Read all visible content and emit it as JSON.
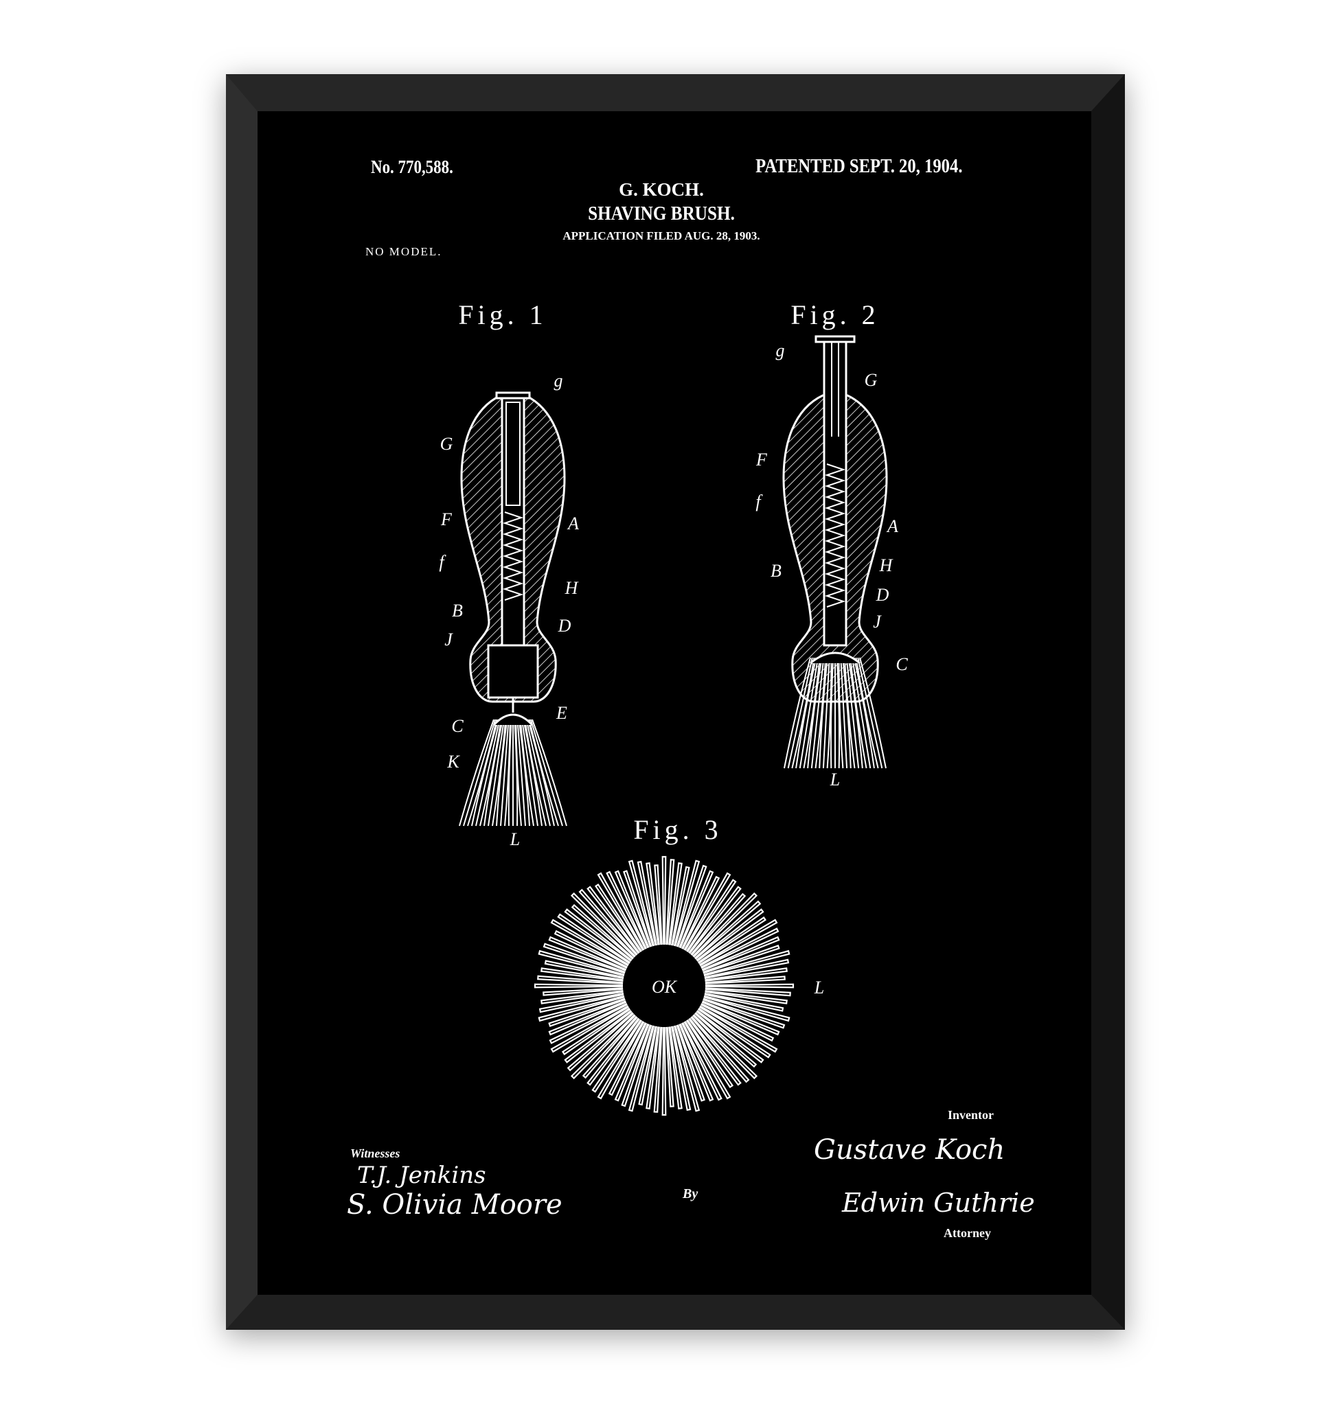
{
  "patent": {
    "number": "No. 770,588.",
    "patented_date": "PATENTED SEPT. 20, 1904.",
    "inventor_short": "G. KOCH.",
    "title": "SHAVING BRUSH.",
    "application": "APPLICATION FILED AUG. 28, 1903.",
    "model_note": "NO MODEL."
  },
  "figures": {
    "fig1": {
      "label": "Fig. 1",
      "parts": [
        "g",
        "G",
        "F",
        "A",
        "f",
        "H",
        "B",
        "J",
        "D",
        "E",
        "C",
        "K",
        "L"
      ]
    },
    "fig2": {
      "label": "Fig. 2",
      "parts": [
        "g",
        "G",
        "F",
        "f",
        "A",
        "B",
        "H",
        "D",
        "J",
        "C",
        "L"
      ]
    },
    "fig3": {
      "label": "Fig. 3",
      "parts": [
        "OK",
        "L"
      ]
    }
  },
  "signatures": {
    "inventor_label": "Inventor",
    "inventor_name": "Gustave Koch",
    "witnesses_label": "Witnesses",
    "witness_1": "T.J. Jenkins",
    "witness_2": "S. Olivia Moore",
    "by_label": "By",
    "attorney_name": "Edwin Guthrie",
    "attorney_label": "Attorney"
  },
  "colors": {
    "frame": "#1b1b1b",
    "poster": "#000000",
    "ink": "#ffffff",
    "wall": "#ffffff"
  }
}
